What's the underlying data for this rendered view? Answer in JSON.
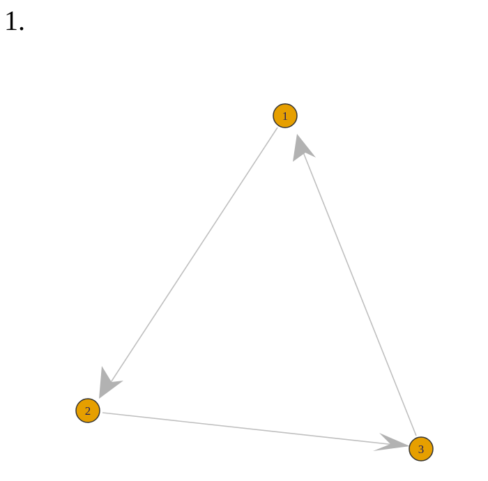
{
  "question_number": "1.",
  "graph": {
    "type": "directed",
    "nodes": [
      {
        "id": "1",
        "label": "1"
      },
      {
        "id": "2",
        "label": "2"
      },
      {
        "id": "3",
        "label": "3"
      }
    ],
    "edges": [
      {
        "from": "1",
        "to": "2"
      },
      {
        "from": "2",
        "to": "3"
      },
      {
        "from": "3",
        "to": "1"
      }
    ],
    "colors": {
      "node_fill": "#E69F00",
      "node_stroke": "#333333",
      "edge": "#BFBFBF",
      "arrow": "#B2B2B2",
      "label": "#1c1c5c"
    }
  }
}
